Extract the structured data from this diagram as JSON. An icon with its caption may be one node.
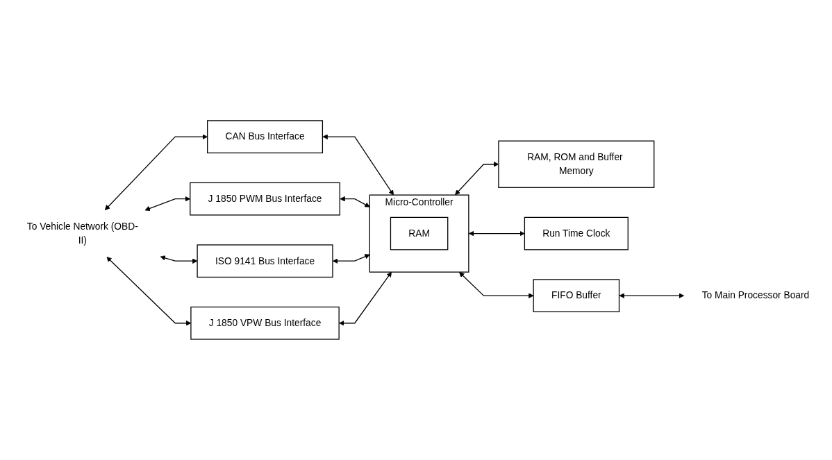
{
  "diagram": {
    "nodes": [
      {
        "text": [
          "To Vehicle Network (OBD-II)"
        ]
      },
      {
        "text": [
          "CAN Bus Interface"
        ]
      },
      {
        "text": [
          "J 1850 PWM Bus Interface"
        ]
      },
      {
        "text": [
          "ISO 9141 Bus Interface"
        ]
      },
      {
        "text": [
          "J 1850 VPW Bus Interface"
        ]
      },
      {
        "text": [
          "Micro-Controller"
        ]
      },
      {
        "text": [
          "RAM"
        ],
        "in": 5
      },
      {
        "text": [
          "RAM, ROM and Buffer Memory"
        ]
      },
      {
        "text": [
          "Run Time Clock"
        ]
      },
      {
        "text": [
          "FIFO Buffer"
        ]
      },
      {
        "text": [
          "To Main Processor Board"
        ]
      }
    ],
    "edges": [
      {
        "from": 0,
        "to": 1,
        "arrow": "both"
      },
      {
        "from": 0,
        "to": 2,
        "arrow": "both"
      },
      {
        "from": 0,
        "to": 3,
        "arrow": "both"
      },
      {
        "from": 0,
        "to": 4,
        "arrow": "both"
      },
      {
        "from": 1,
        "to": 5,
        "arrow": "both"
      },
      {
        "from": 2,
        "to": 5,
        "arrow": "both"
      },
      {
        "from": 3,
        "to": 5,
        "arrow": "both"
      },
      {
        "from": 4,
        "to": 5,
        "arrow": "both"
      },
      {
        "from": 5,
        "to": 7,
        "arrow": "both"
      },
      {
        "from": 5,
        "to": 8,
        "arrow": "both"
      },
      {
        "from": 5,
        "to": 9,
        "arrow": "both"
      },
      {
        "from": 9,
        "to": 10,
        "arrow": "both"
      }
    ]
  }
}
